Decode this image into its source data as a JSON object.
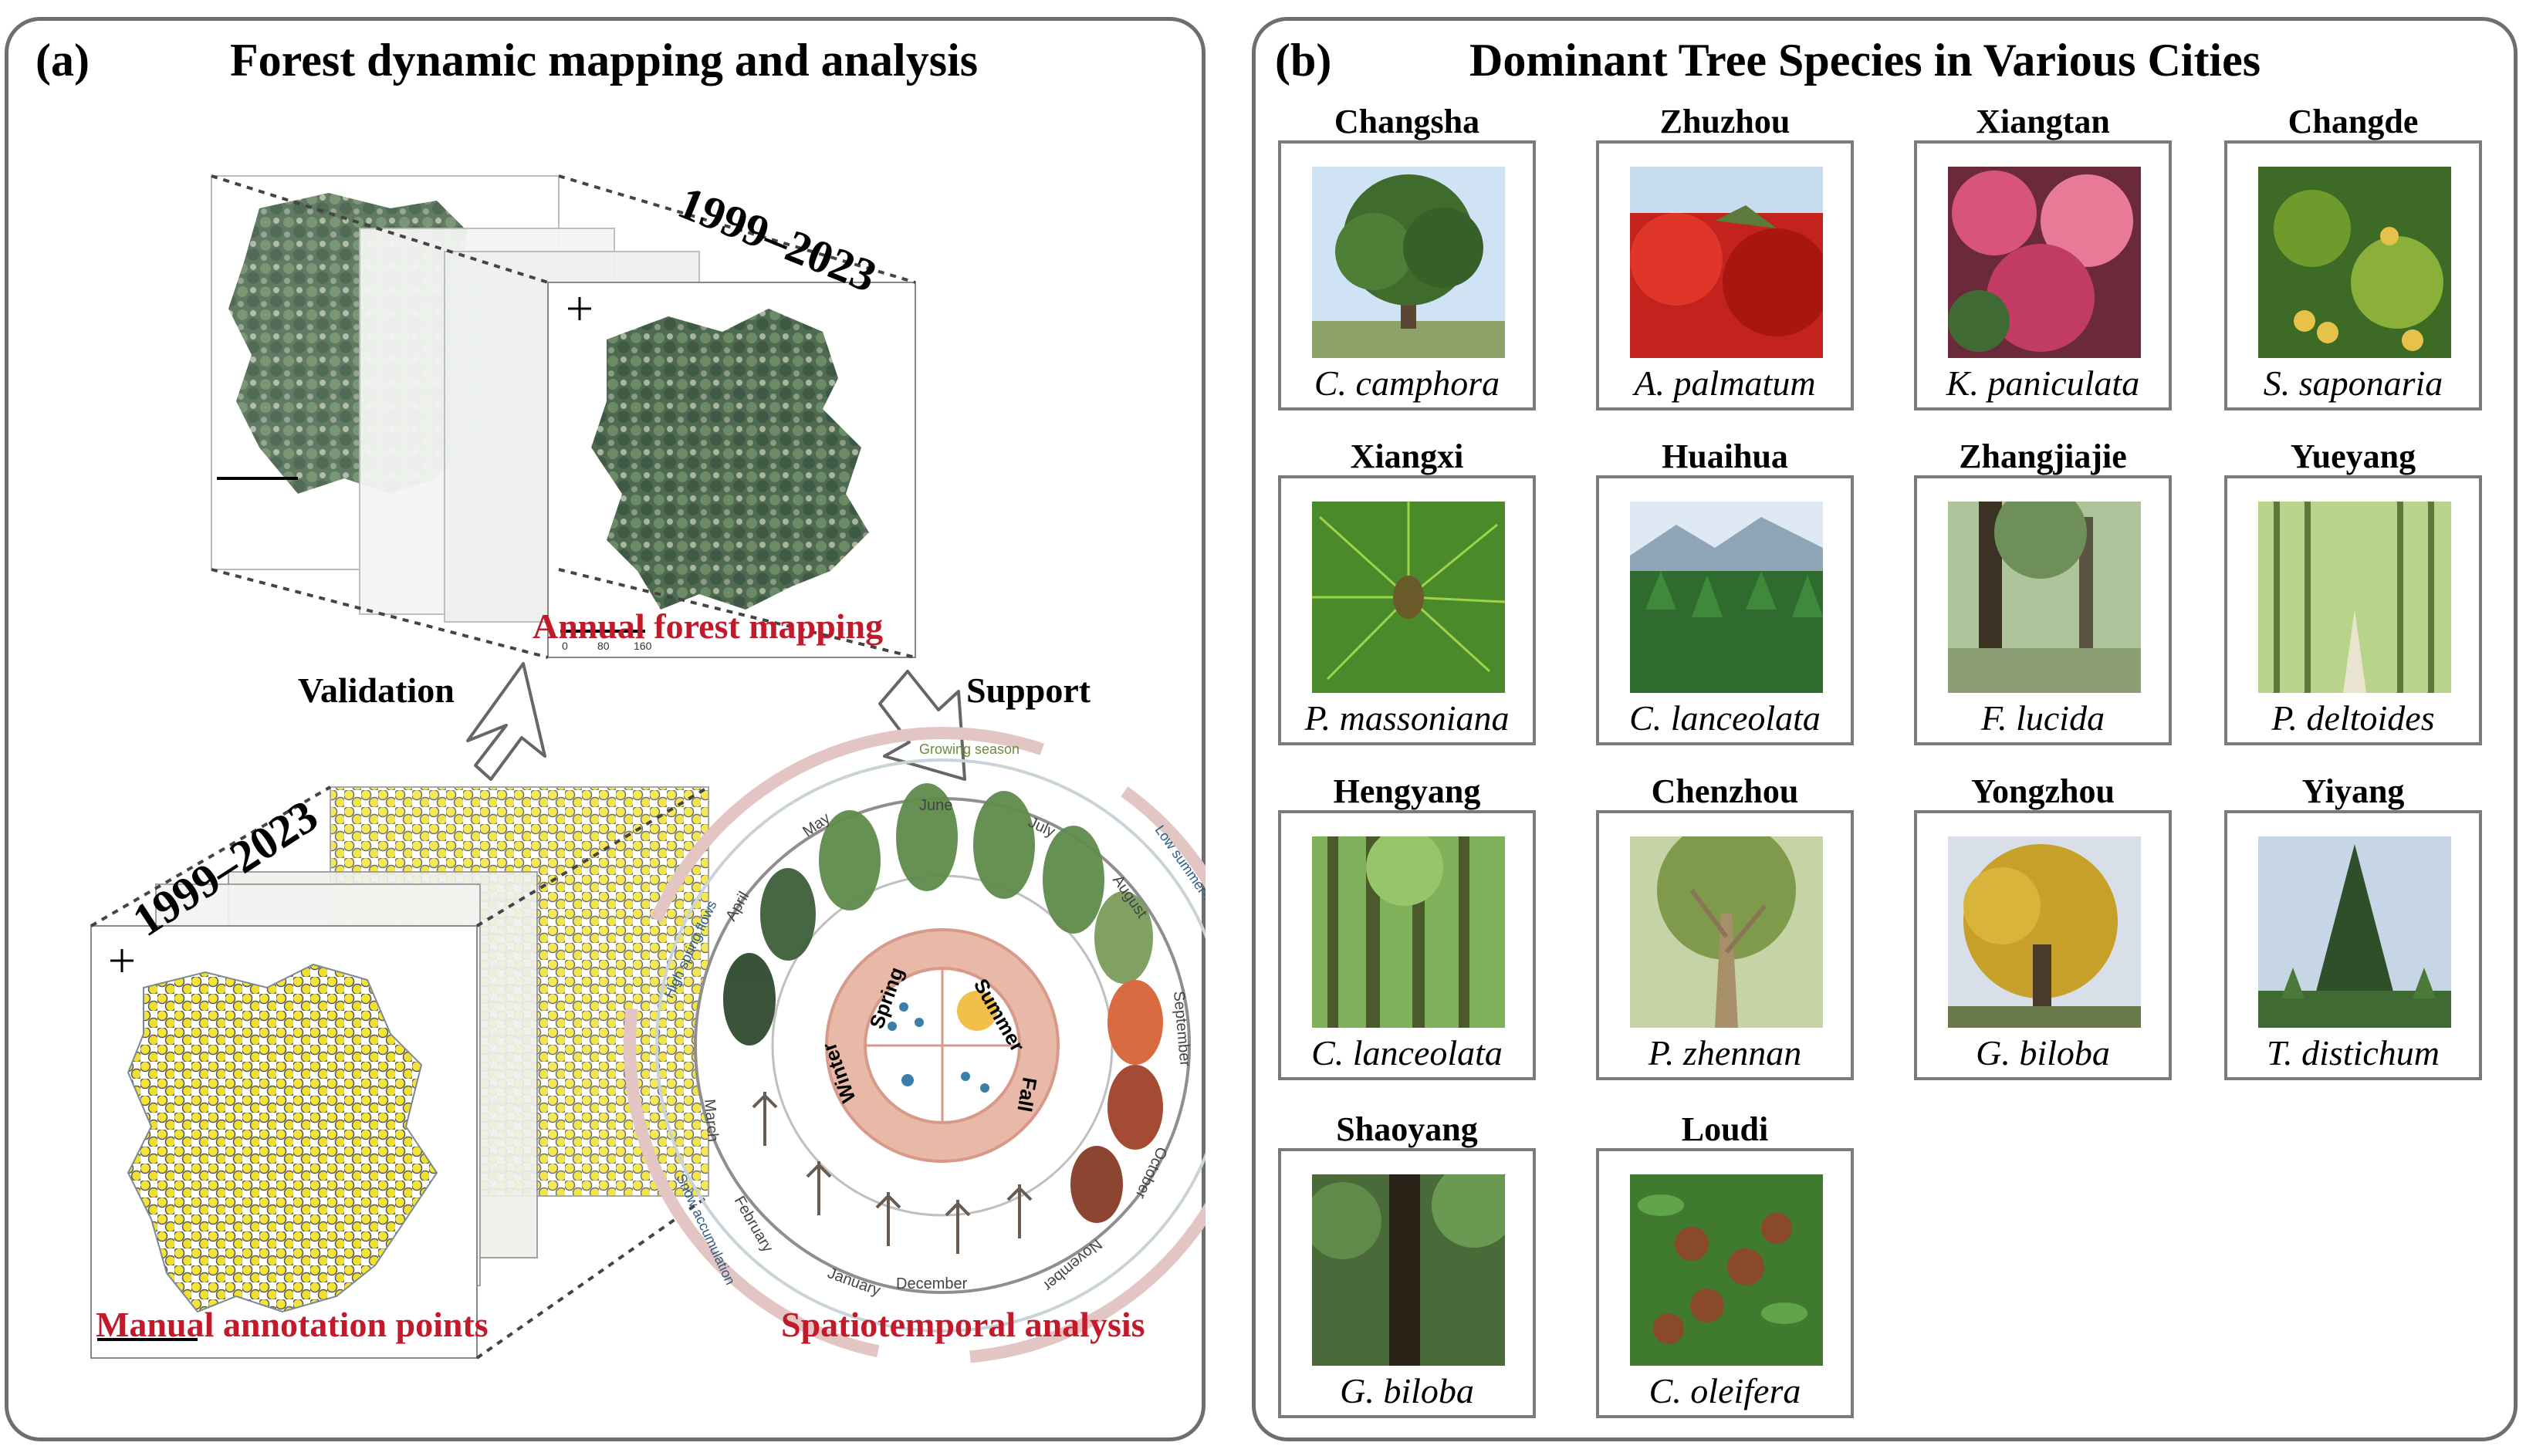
{
  "panel_a": {
    "tag": "(a)",
    "title": "Forest dynamic mapping and analysis",
    "year_range_top": "1999–2023",
    "year_range_bottom": "1999–2023",
    "annual_mapping_label": "Annual forest mapping",
    "validation_label": "Validation",
    "support_label": "Support",
    "manual_points_label": "Manual annotation points",
    "spatiotemporal_label": "Spatiotemporal analysis",
    "scale_top": [
      "0",
      "80",
      "160"
    ],
    "season_wheel": {
      "seasons": [
        "Spring",
        "Summer",
        "Fall",
        "Winter"
      ],
      "months": [
        "January",
        "February",
        "March",
        "April",
        "May",
        "June",
        "July",
        "August",
        "September",
        "October",
        "November",
        "December"
      ],
      "arcs": [
        "Growing season",
        "High spring flows",
        "Low summer-fall flows",
        "Snow accumulation"
      ]
    }
  },
  "panel_b": {
    "tag": "(b)",
    "title": "Dominant Tree Species in Various Cities",
    "cities": [
      {
        "city": "Changsha",
        "species": "C. camphora",
        "img": "round-tree"
      },
      {
        "city": "Zhuzhou",
        "species": "A. palmatum",
        "img": "red-maple"
      },
      {
        "city": "Xiangtan",
        "species": "K. paniculata",
        "img": "pink-blossom"
      },
      {
        "city": "Changde",
        "species": "S. saponaria",
        "img": "yellow-fruit"
      },
      {
        "city": "Xiangxi",
        "species": "P. massoniana",
        "img": "pine-needles"
      },
      {
        "city": "Huaihua",
        "species": "C. lanceolata",
        "img": "mountain-forest"
      },
      {
        "city": "Zhangjiajie",
        "species": "F. lucida",
        "img": "trunk-forest"
      },
      {
        "city": "Yueyang",
        "species": "P. deltoides",
        "img": "poplar-avenue"
      },
      {
        "city": "Hengyang",
        "species": "C. lanceolata",
        "img": "tall-trunks"
      },
      {
        "city": "Chenzhou",
        "species": "P. zhennan",
        "img": "tall-tree"
      },
      {
        "city": "Yongzhou",
        "species": "G. biloba",
        "img": "ginkgo"
      },
      {
        "city": "Yiyang",
        "species": "T. distichum",
        "img": "conifer"
      },
      {
        "city": "Shaoyang",
        "species": "G. biloba",
        "img": "dark-trunk"
      },
      {
        "city": "Loudi",
        "species": "C. oleifera",
        "img": "tea-fruit"
      }
    ]
  }
}
